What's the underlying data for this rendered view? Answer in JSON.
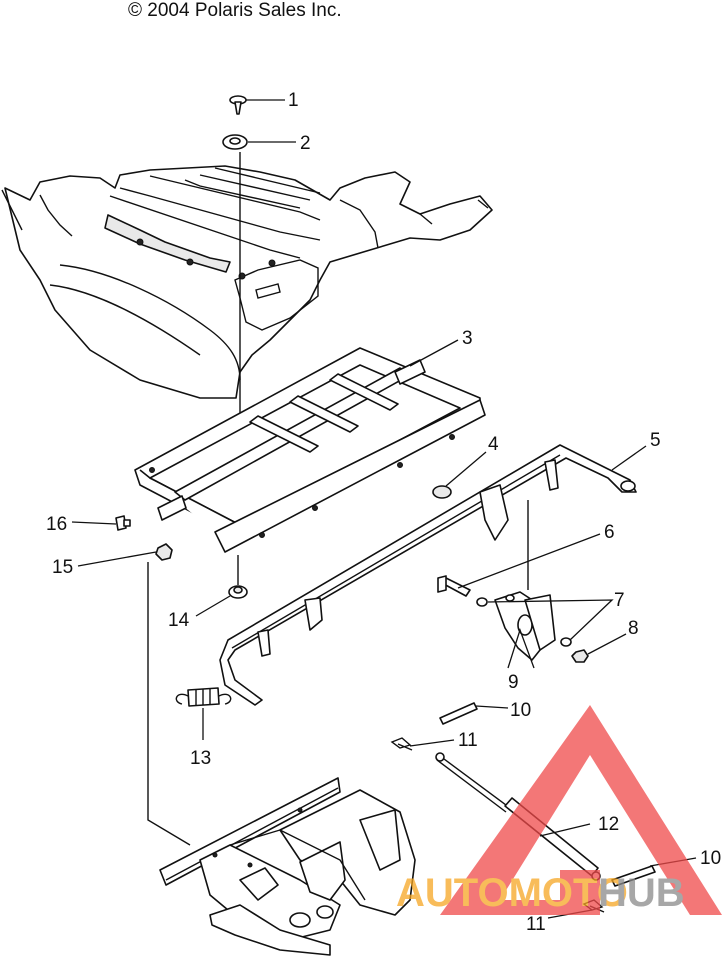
{
  "copyright": "© 2004 Polaris Sales Inc.",
  "callouts": [
    "1",
    "2",
    "3",
    "4",
    "5",
    "6",
    "7",
    "8",
    "9",
    "10",
    "10",
    "11",
    "11",
    "12",
    "13",
    "14",
    "15",
    "16"
  ],
  "watermark": {
    "part_a": "AUTOMOTO",
    "part_b": "HUB",
    "color_red": "#ef4a4a",
    "color_orange": "#f6a623",
    "color_gray": "#8a8a8a"
  }
}
